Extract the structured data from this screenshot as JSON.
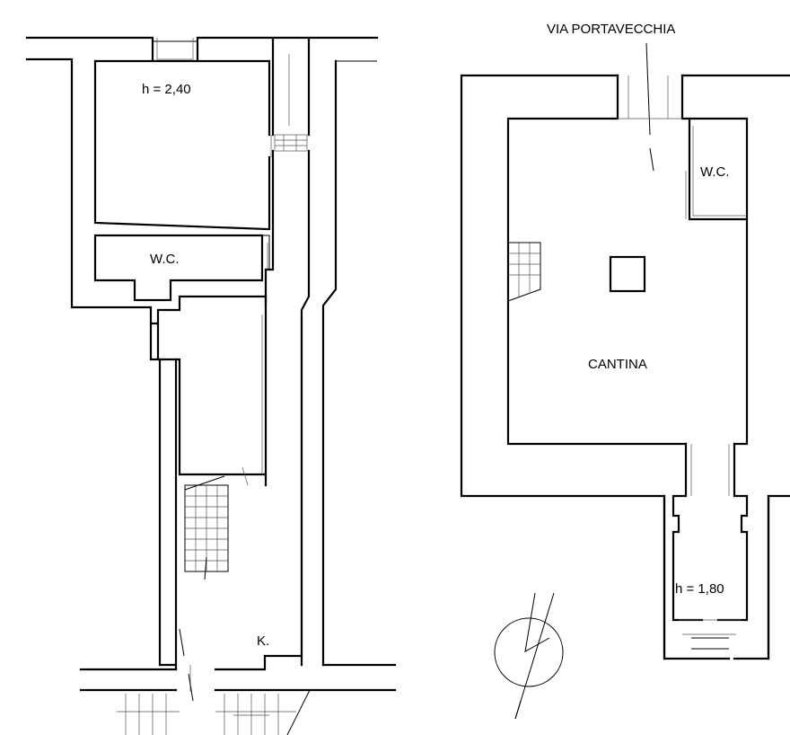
{
  "plan": {
    "street_label": "VIA PORTAVECCHIA",
    "left_plan": {
      "room_height_label": "h = 2,40",
      "wc_label": "W.C.",
      "kitchen_label": "K."
    },
    "right_plan": {
      "wc_label": "W.C.",
      "cellar_label": "CANTINA",
      "corridor_height_label": "h = 1,80"
    },
    "north_arrow_icon": "north-arrow-icon"
  }
}
